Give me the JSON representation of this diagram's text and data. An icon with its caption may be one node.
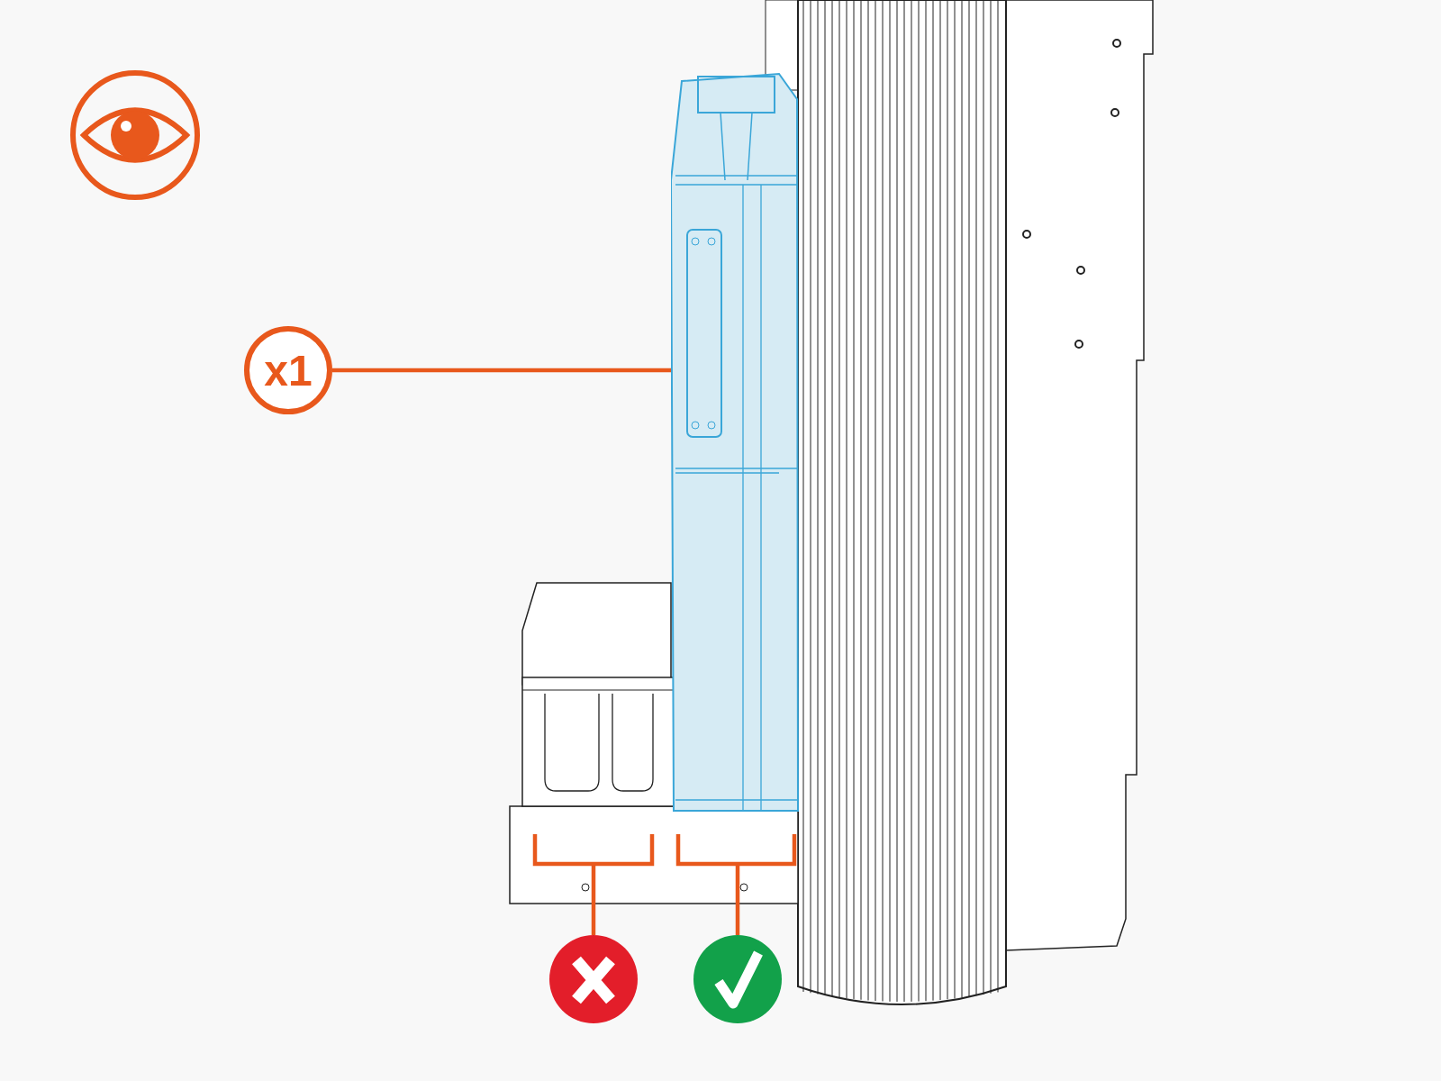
{
  "diagram": {
    "nodes": [
      {
        "text": [
          "x1"
        ]
      },
      {
        "text": [],
        "shape": "picture"
      },
      {
        "text": [],
        "shape": "circle"
      },
      {
        "text": [],
        "shape": "circle"
      }
    ],
    "edges": [
      {
        "from": 0,
        "to": 1,
        "arrow": "none"
      },
      {
        "from": 2,
        "to": null,
        "arrow": "none"
      },
      {
        "from": 3,
        "to": null,
        "arrow": "none"
      }
    ]
  }
}
